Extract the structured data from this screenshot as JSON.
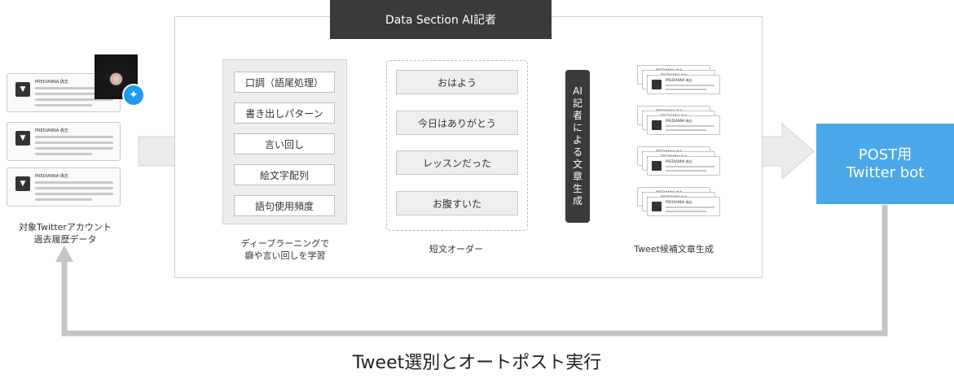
{
  "header": {
    "title": "Data Section AI記者"
  },
  "source": {
    "account_label": "PREDIANNA 偽志",
    "caption_line1": "対象Twitterアカウント",
    "caption_line2": "過去履歴データ",
    "icons": {
      "twitter": "twitter-bird-icon",
      "avatar": "profile-photo"
    }
  },
  "learning": {
    "items": [
      "口調（語尾処理）",
      "書き出しパターン",
      "言い回し",
      "絵文字配列",
      "語句使用頻度"
    ],
    "caption_line1": "ディープラーニングで",
    "caption_line2": "癖や言い回しを学習"
  },
  "orders": {
    "items": [
      "おはよう",
      "今日はありがとう",
      "レッスンだった",
      "お腹すいた"
    ],
    "caption": "短文オーダー"
  },
  "ai_bar": {
    "chars": [
      "AI",
      "記",
      "者",
      "に",
      "よ",
      "る",
      "文",
      "章",
      "生",
      "成"
    ]
  },
  "output": {
    "account_label": "PREDIANNA 偽志",
    "caption": "Tweet候補文章生成"
  },
  "post": {
    "line1": "POST用",
    "line2": "Twitter bot"
  },
  "footer": {
    "caption": "Tweet選別とオートポスト実行"
  },
  "colors": {
    "dark": "#3a3a3a",
    "accent_blue": "#4aa8ea",
    "twitter_blue": "#1d9bf0",
    "arrow_gray": "#e6e6e6"
  }
}
